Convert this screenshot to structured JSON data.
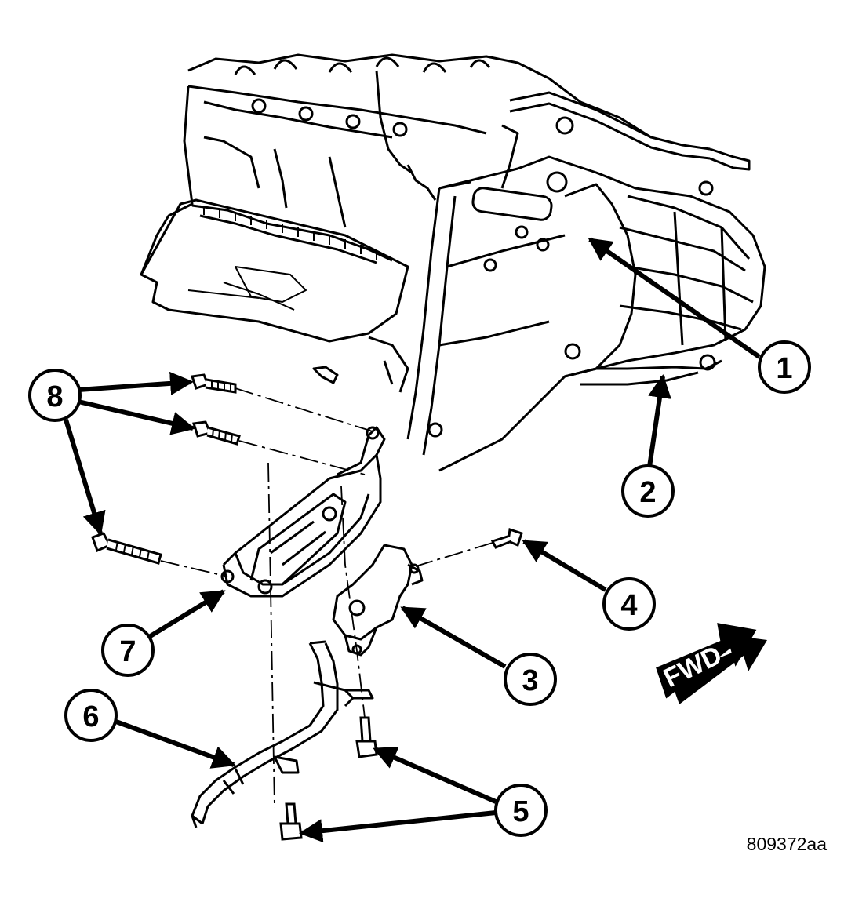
{
  "callouts": [
    {
      "number": "1"
    },
    {
      "number": "2"
    },
    {
      "number": "3"
    },
    {
      "number": "4"
    },
    {
      "number": "5"
    },
    {
      "number": "6"
    },
    {
      "number": "7"
    },
    {
      "number": "8"
    }
  ],
  "direction": {
    "label": "FWD"
  },
  "figure": {
    "id": "809372aa"
  },
  "colors": {
    "line": "#000000",
    "background": "#ffffff"
  }
}
